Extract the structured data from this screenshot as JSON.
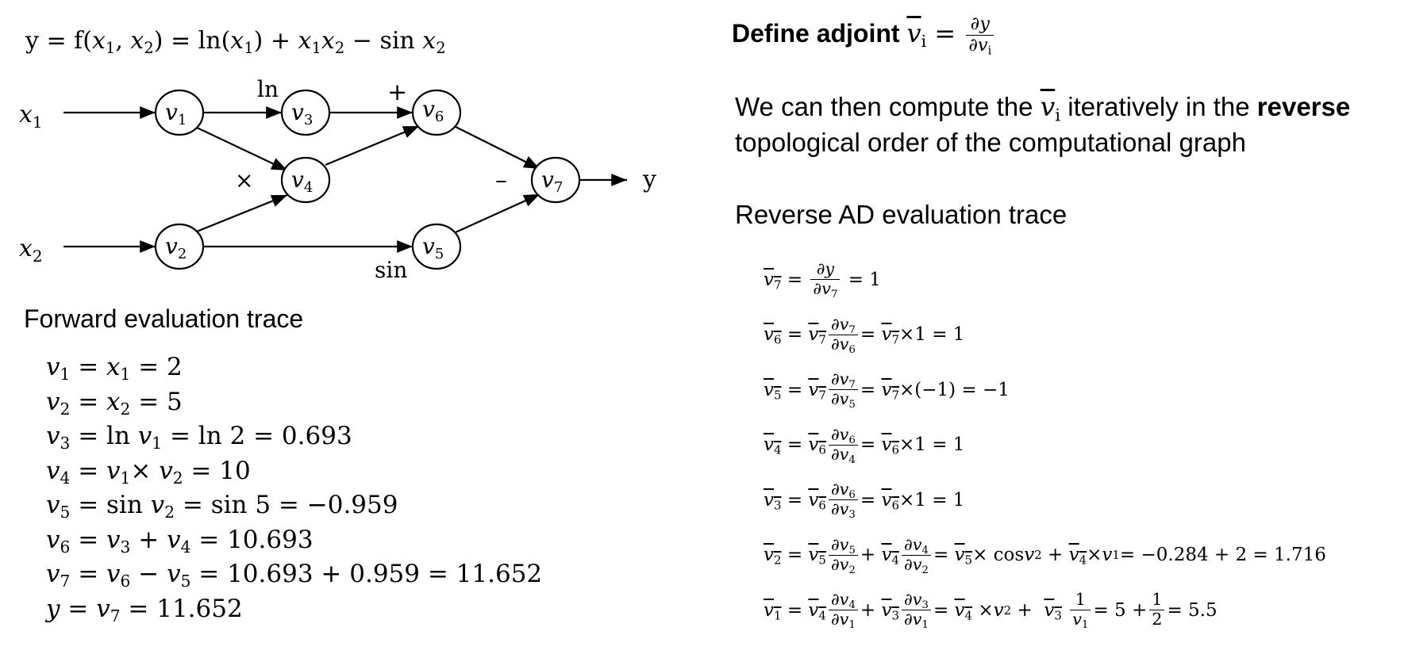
{
  "formula": {
    "lhs": "y = f(",
    "x1": "x",
    "x1_sub": "1",
    "comma": ", ",
    "x2": "x",
    "x2_sub": "2",
    "mid": ") = ln(",
    "x1b": "x",
    "x1b_sub": "1",
    "plus": ") + ",
    "x1c": "x",
    "x1c_sub": "1",
    "x2c": "x",
    "x2c_sub": "2",
    "minus_sin": " − sin ",
    "x2d": "x",
    "x2d_sub": "2"
  },
  "graph": {
    "nodes": [
      {
        "id": "v1",
        "label": "v",
        "sub": "1"
      },
      {
        "id": "v2",
        "label": "v",
        "sub": "2"
      },
      {
        "id": "v3",
        "label": "v",
        "sub": "3"
      },
      {
        "id": "v4",
        "label": "v",
        "sub": "4"
      },
      {
        "id": "v5",
        "label": "v",
        "sub": "5"
      },
      {
        "id": "v6",
        "label": "v",
        "sub": "6"
      },
      {
        "id": "v7",
        "label": "v",
        "sub": "7"
      }
    ],
    "inputs": [
      {
        "label": "x",
        "sub": "1"
      },
      {
        "label": "x",
        "sub": "2"
      }
    ],
    "output": "y",
    "ops": {
      "ln": "ln",
      "plus": "+",
      "times": "×",
      "minus": "–",
      "sin": "sin"
    }
  },
  "forward": {
    "title": "Forward evaluation trace",
    "lines": [
      [
        "v",
        "1",
        " = ",
        "x",
        "1",
        " = 2"
      ],
      [
        "v",
        "2",
        " = ",
        "x",
        "2",
        " = 5"
      ],
      [
        "v",
        "3",
        " = ln ",
        "v",
        "1",
        " = ln 2 = 0.693"
      ],
      [
        "v",
        "4",
        " = ",
        "v",
        "1",
        "× ",
        "v",
        "2",
        " = 10"
      ],
      [
        "v",
        "5",
        " = sin ",
        "v",
        "2",
        " = sin 5 = −0.959"
      ],
      [
        "v",
        "6",
        " = ",
        "v",
        "3",
        " + ",
        "v",
        "4",
        " = 10.693"
      ],
      [
        "v",
        "7",
        " = ",
        "v",
        "6",
        " − ",
        "v",
        "5",
        " = 10.693 + 0.959 = 11.652"
      ],
      [
        "y",
        "",
        " = ",
        "v",
        "7",
        " = 11.652"
      ]
    ]
  },
  "adjoint": {
    "prefix": "Define adjoint ",
    "var": "v",
    "var_sub": "i",
    "eq": " = ",
    "num": "∂y",
    "den": "∂v",
    "den_sub": "i"
  },
  "description": {
    "part1": "We can then compute the ",
    "var": "v",
    "var_sub": "i",
    "part2": " iteratively in the ",
    "bold": "reverse",
    "line2": "topological order of the computational graph"
  },
  "reverse": {
    "title": "Reverse AD evaluation trace",
    "r7": {
      "eq": "= 1"
    },
    "r6": {
      "eq": "×1 = 1"
    },
    "r5": {
      "eq": "×(−1) = −1"
    },
    "r4": {
      "eq": "×1 = 1"
    },
    "r3": {
      "eq": "×1 = 1"
    },
    "r2": {
      "cos": "× cos ",
      "result": " = −0.284 + 2 = 1.716"
    },
    "r1": {
      "five": " = 5 + ",
      "half_num": "1",
      "half_den": "2",
      "result": " = 5.5"
    }
  }
}
